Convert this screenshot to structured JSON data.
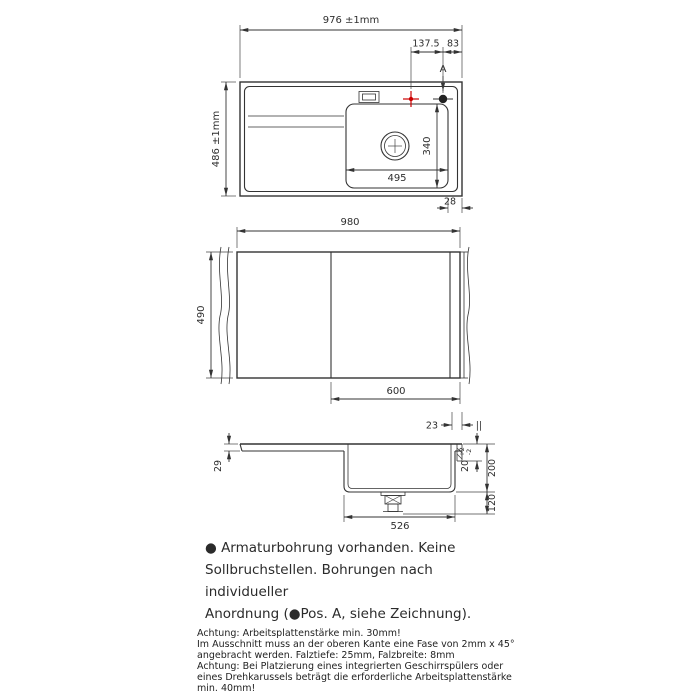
{
  "drawing": {
    "top_view": {
      "dim_overall_width": "976 ±1mm",
      "dim_hole_offset": "137.5",
      "dim_hole_edge": "83",
      "pos_label": "A",
      "dim_overall_depth": "486 ±1mm",
      "dim_bowl_width": "495",
      "dim_bowl_depth": "340",
      "dim_corner": "28"
    },
    "cutout_view": {
      "dim_width": "980",
      "dim_depth": "490",
      "dim_bowl_zone": "600",
      "dim_edge_band": "23",
      "edge_band_marks": "||"
    },
    "section_view": {
      "dim_front_edge": "29",
      "dim_falz": "20",
      "dim_falz_plus": "+2",
      "dim_falz_minus": "-2",
      "dim_total_depth": "200",
      "dim_drain_clearance": "120",
      "dim_bowl_bottom": "526"
    }
  },
  "notes": {
    "main_lines": [
      "● Armaturbohrung vorhanden. Keine",
      "Sollbruchstellen. Bohrungen nach individueller",
      "Anordnung (●Pos. A, siehe Zeichnung)."
    ],
    "fine_lines": [
      "Achtung: Arbeitsplattenstärke min. 30mm!",
      "Im Ausschnitt muss an der oberen Kante eine Fase von 2mm x 45°",
      "angebracht werden. Falztiefe: 25mm, Falzbreite: 8mm",
      "Achtung: Bei Platzierung eines integrierten Geschirrspülers oder",
      "eines Drehkarussels beträgt die erforderliche Arbeitsplattenstärke",
      "min. 40mm!"
    ]
  },
  "colors": {
    "line": "#333333",
    "accent_red": "#cc0000"
  }
}
